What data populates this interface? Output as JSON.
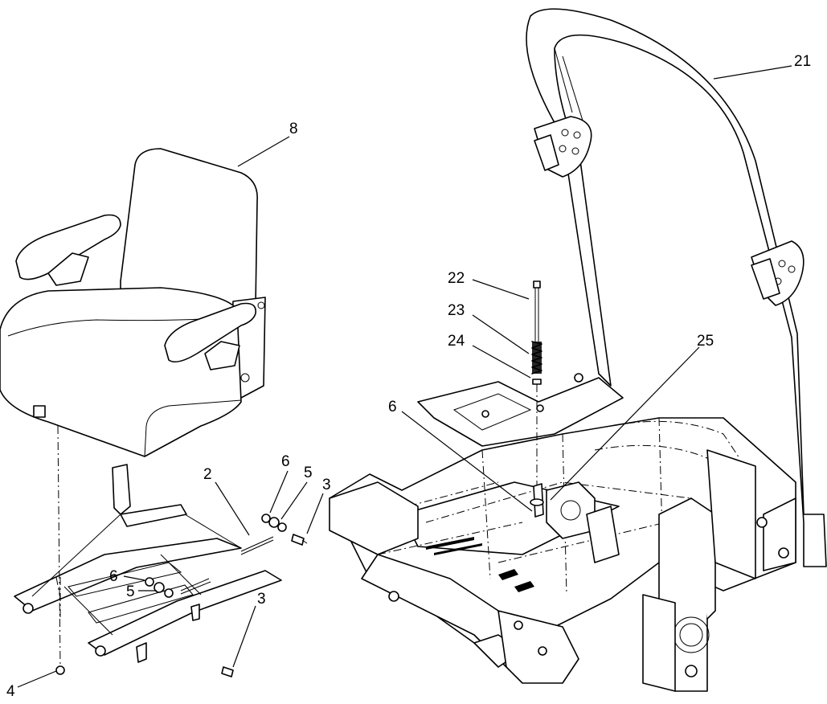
{
  "callouts": {
    "c8": "8",
    "c21": "21",
    "c22": "22",
    "c23": "23",
    "c24": "24",
    "c25": "25",
    "c2": "2",
    "c6a": "6",
    "c5a": "5",
    "c3a": "3",
    "c6b": "6",
    "c5b": "5",
    "c3b": "3",
    "c6c": "6",
    "c4": "4"
  },
  "colors": {
    "line": "#000000",
    "background": "#ffffff"
  }
}
